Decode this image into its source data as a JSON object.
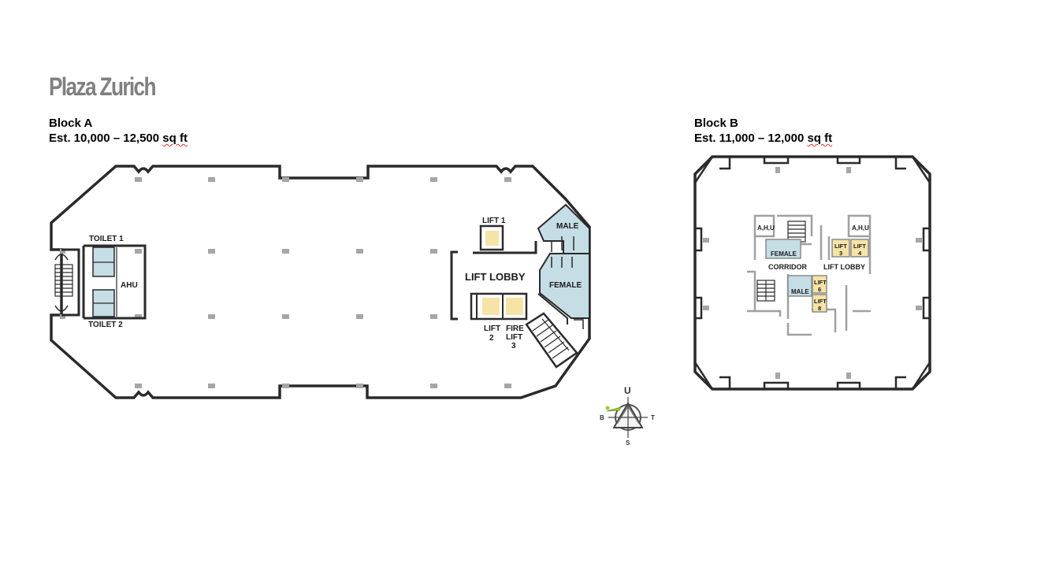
{
  "title": "Plaza Zurich",
  "block_a": {
    "name": "Block A",
    "area": "Est. 10,000 – 12,500 sq ft",
    "area_prefix": "Est. 10,000 – 12,500 ",
    "area_unit": "sq ft",
    "labels": {
      "toilet1": "TOILET 1",
      "toilet2": "TOILET 2",
      "ahu": "AHU",
      "lift1": "LIFT 1",
      "lift_lobby": "LIFT LOBBY",
      "lift2_a": "LIFT",
      "lift2_b": "2",
      "fire_lift_a": "FIRE",
      "fire_lift_b": "LIFT",
      "fire_lift_c": "3",
      "male": "MALE",
      "female": "FEMALE"
    }
  },
  "block_b": {
    "name": "Block B",
    "area": "Est. 11,000 – 12,000 sq ft",
    "area_prefix": "Est. 11,000 – 12,000 ",
    "area_unit": "sq ft",
    "labels": {
      "ahu_left": "A,H,U",
      "ahu_right": "A,H,U",
      "female": "FEMALE",
      "corridor": "CORRIDOR",
      "lift_lobby": "LIFT LOBBY",
      "lift3_a": "LIFT",
      "lift3_b": "3",
      "lift4_a": "LIFT",
      "lift4_b": "4",
      "lift6_a": "LIFT",
      "lift6_b": "6",
      "lift8_a": "LIFT",
      "lift8_b": "8",
      "male": "MALE"
    }
  },
  "compass": {
    "north": "U",
    "south": "S",
    "east": "T",
    "west": "B"
  },
  "colors": {
    "wall": "#2a2a2a",
    "toilet_fill": "#c5dde4",
    "lift_fill": "#f6e3a6",
    "column": "#a6a6a6",
    "title": "#808080"
  }
}
